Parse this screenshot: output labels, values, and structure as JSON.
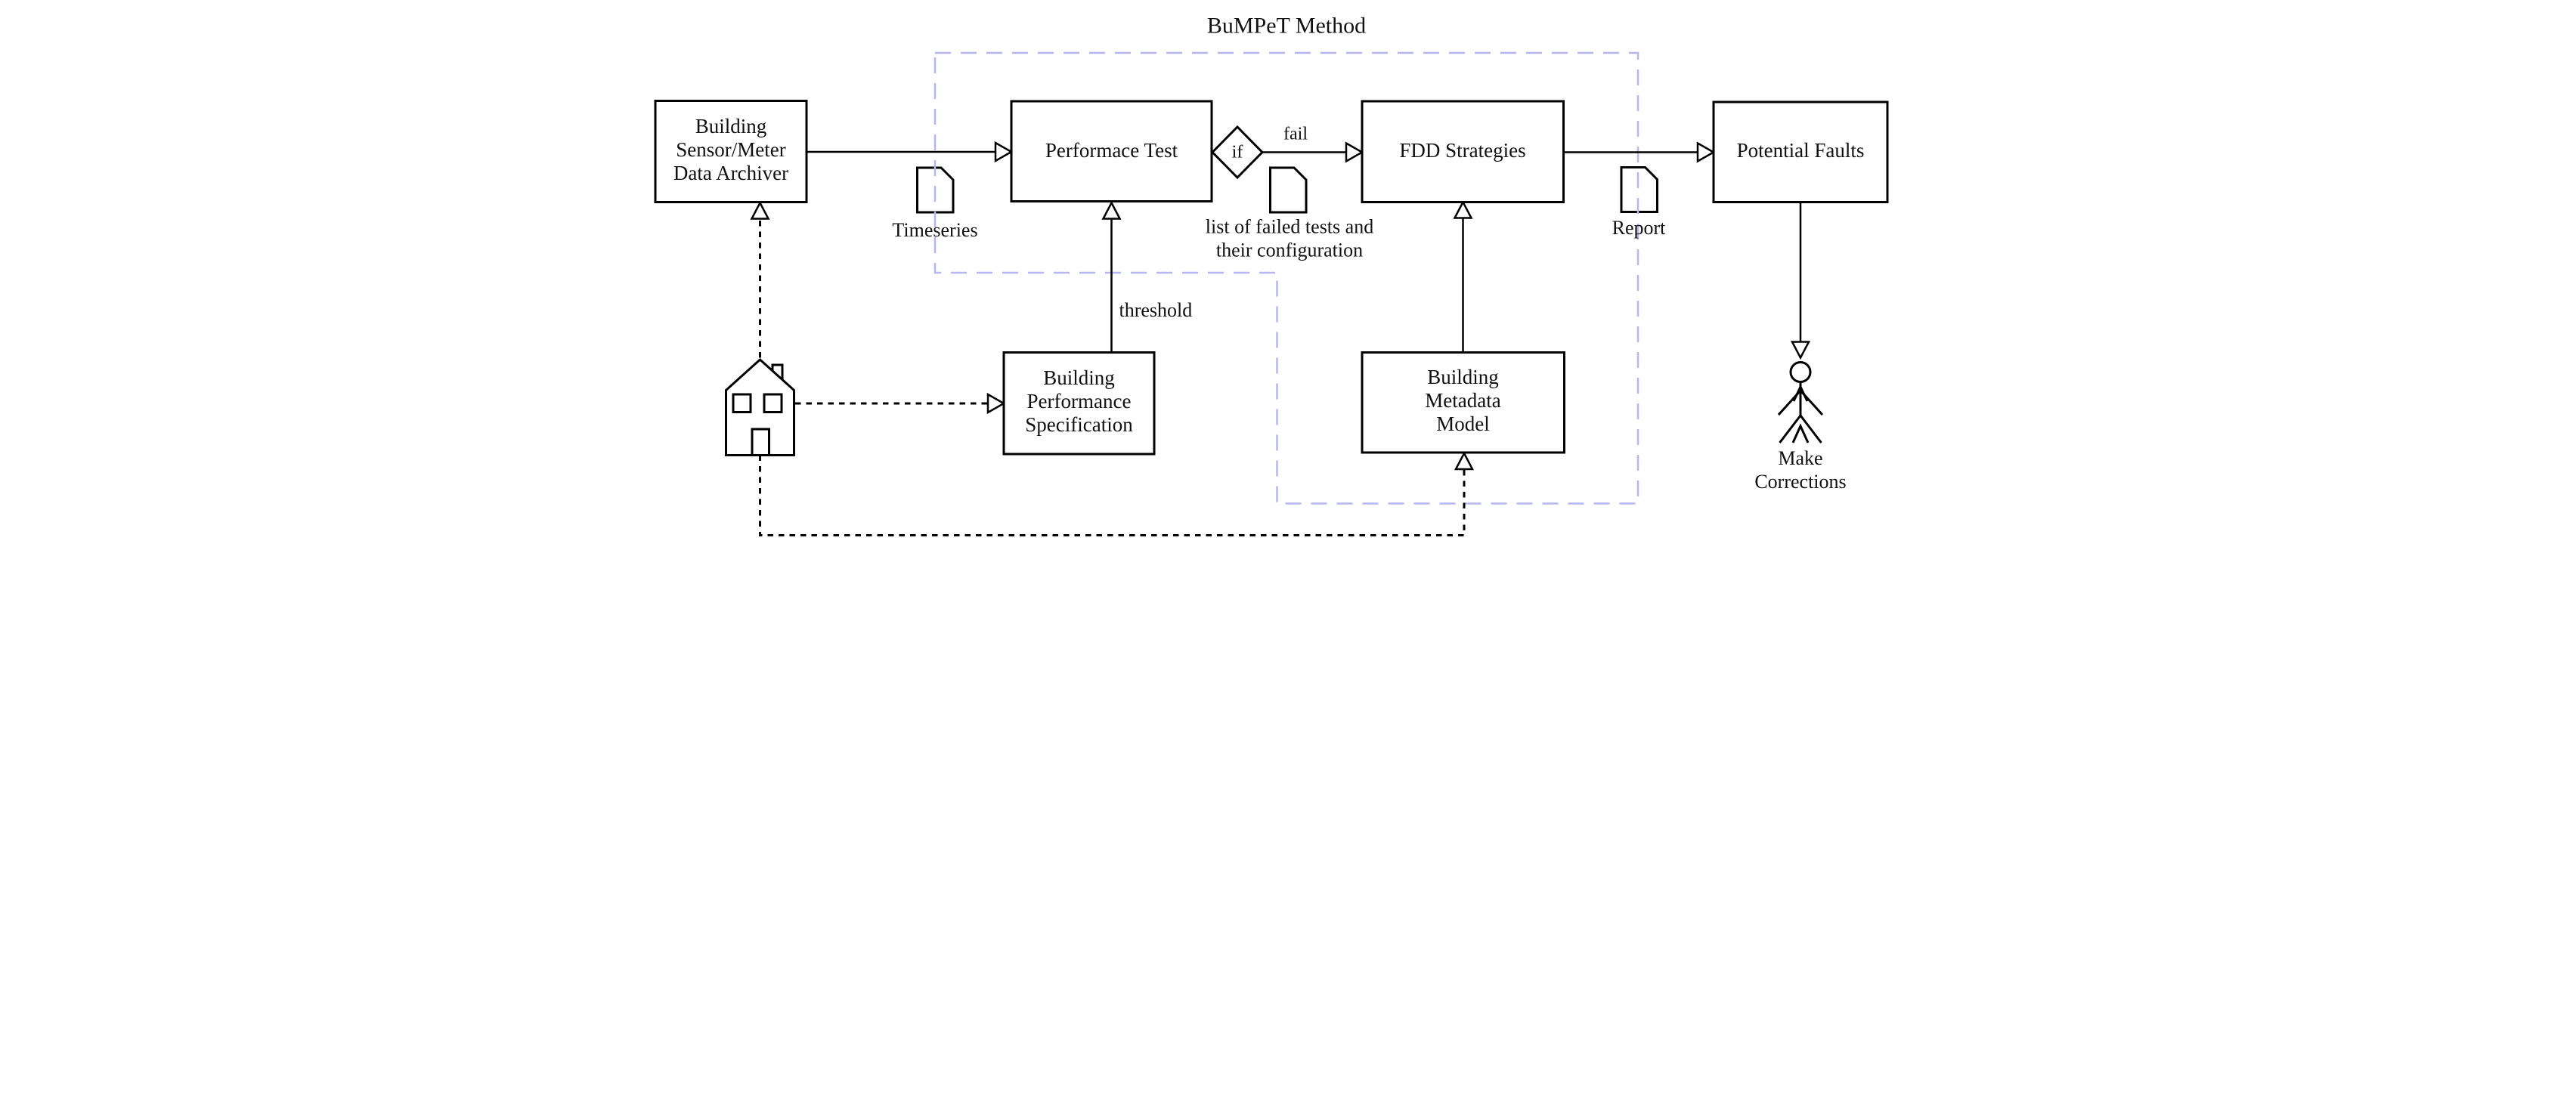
{
  "figure": {
    "title": "BuMPeT Method"
  },
  "colors": {
    "bumpet_dashed": "#b6b6f0",
    "line": "#000000",
    "background": "#ffffff"
  },
  "boxes": {
    "sensor_archiver": {
      "lines": [
        "Building",
        "Sensor/Meter",
        "Data Archiver"
      ]
    },
    "performance_test": {
      "label": "Performace Test"
    },
    "fdd_strategies": {
      "label": "FDD Strategies"
    },
    "potential_faults": {
      "label": "Potential Faults"
    },
    "performance_spec": {
      "lines": [
        "Building",
        "Performance",
        "Specification"
      ]
    },
    "metadata_model": {
      "lines": [
        "Building",
        "Metadata",
        "Model"
      ]
    }
  },
  "decision": {
    "label": "if"
  },
  "edges": {
    "fail_label": "fail",
    "threshold_label": "threshold"
  },
  "documents": {
    "timeseries": {
      "label": "Timeseries"
    },
    "failed_tests": {
      "lines": [
        "list of failed tests and",
        "their configuration"
      ]
    },
    "report": {
      "label": "Report"
    }
  },
  "actor": {
    "lines": [
      "Make",
      "Corrections"
    ]
  }
}
